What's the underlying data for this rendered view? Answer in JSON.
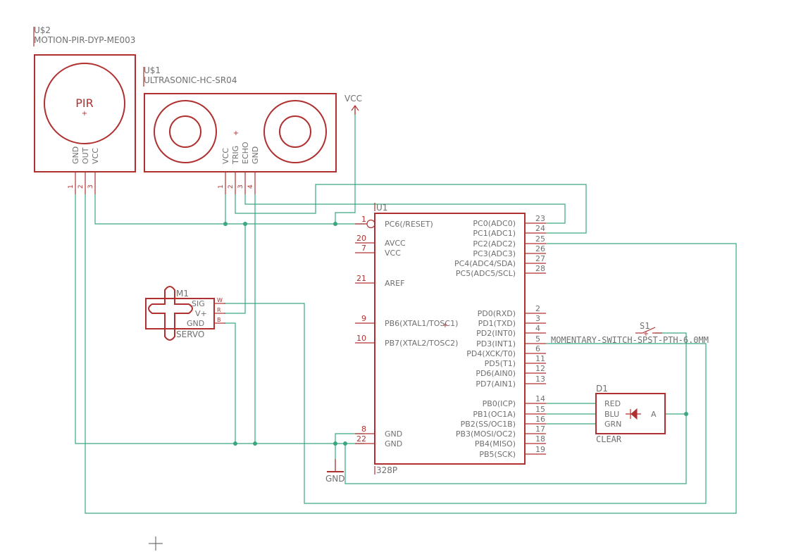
{
  "components": {
    "pir": {
      "refdes": "U$2",
      "value": "MOTION-PIR-DYP-ME003",
      "center_label": "PIR",
      "pins": [
        {
          "name": "GND",
          "num": "1"
        },
        {
          "name": "OUT",
          "num": "2"
        },
        {
          "name": "VCC",
          "num": "3"
        }
      ]
    },
    "ultrasonic": {
      "refdes": "U$1",
      "value": "ULTRASONIC-HC-SR04",
      "pins": [
        {
          "name": "VCC",
          "num": "1"
        },
        {
          "name": "TRIG",
          "num": "2"
        },
        {
          "name": "ECHO",
          "num": "3"
        },
        {
          "name": "GND",
          "num": "4"
        }
      ]
    },
    "vcc_supply": {
      "label": "VCC"
    },
    "gnd_supply": {
      "label": "GND"
    },
    "mcu": {
      "refdes": "U1",
      "value": "328P",
      "left_pins": [
        {
          "num": "1",
          "name": "PC6(/RESET)"
        },
        {
          "num": "20",
          "name": "AVCC"
        },
        {
          "num": "7",
          "name": "VCC"
        },
        {
          "num": "21",
          "name": "AREF"
        },
        {
          "num": "9",
          "name": "PB6(XTAL1/TOSC1)"
        },
        {
          "num": "10",
          "name": "PB7(XTAL2/TOSC2)"
        },
        {
          "num": "8",
          "name": "GND"
        },
        {
          "num": "22",
          "name": "GND"
        }
      ],
      "right_pins": [
        {
          "num": "23",
          "name": "PC0(ADC0)"
        },
        {
          "num": "24",
          "name": "PC1(ADC1)"
        },
        {
          "num": "25",
          "name": "PC2(ADC2)"
        },
        {
          "num": "26",
          "name": "PC3(ADC3)"
        },
        {
          "num": "27",
          "name": "PC4(ADC4/SDA)"
        },
        {
          "num": "28",
          "name": "PC5(ADC5/SCL)"
        },
        {
          "num": "2",
          "name": "PD0(RXD)"
        },
        {
          "num": "3",
          "name": "PD1(TXD)"
        },
        {
          "num": "4",
          "name": "PD2(INT0)"
        },
        {
          "num": "5",
          "name": "PD3(INT1)"
        },
        {
          "num": "6",
          "name": "PD4(XCK/T0)"
        },
        {
          "num": "11",
          "name": "PD5(T1)"
        },
        {
          "num": "12",
          "name": "PD6(AIN0)"
        },
        {
          "num": "13",
          "name": "PD7(AIN1)"
        },
        {
          "num": "14",
          "name": "PB0(ICP)"
        },
        {
          "num": "15",
          "name": "PB1(OC1A)"
        },
        {
          "num": "16",
          "name": "PB2(SS/OC1B)"
        },
        {
          "num": "17",
          "name": "PB3(MOSI/OC2)"
        },
        {
          "num": "18",
          "name": "PB4(MISO)"
        },
        {
          "num": "19",
          "name": "PB5(SCK)"
        }
      ]
    },
    "servo": {
      "refdes": "M1",
      "value": "SERVO",
      "pins": [
        {
          "name": "SIG",
          "tag": "W"
        },
        {
          "name": "V+",
          "tag": "R"
        },
        {
          "name": "GND",
          "tag": "B"
        }
      ]
    },
    "switch": {
      "refdes": "S1",
      "value": "MOMENTARY-SWITCH-SPST-PTH-6.0MM"
    },
    "led": {
      "refdes": "D1",
      "value": "CLEAR",
      "pins": [
        "RED",
        "BLU",
        "GRN"
      ],
      "anode_label": "A"
    }
  },
  "colors": {
    "component": "#b03030",
    "wire": "#3aa77f",
    "text": "#707070"
  }
}
